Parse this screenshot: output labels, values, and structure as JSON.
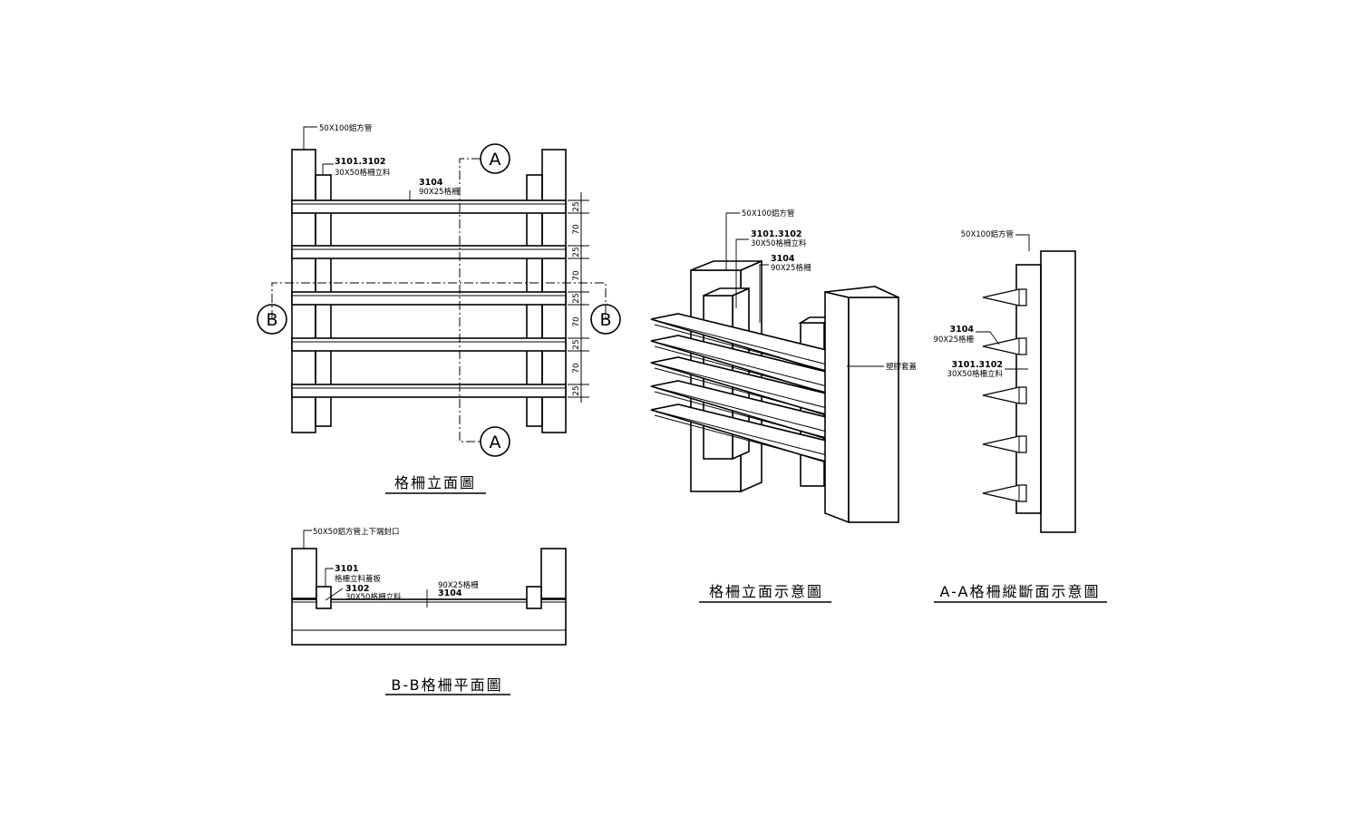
{
  "elevation": {
    "title": "格柵立面圖",
    "post_note": "50X100鋁方管",
    "upright_code": "3101.3102",
    "upright_note": "30X50格柵立料",
    "slat_code": "3104",
    "slat_note": "90X25格柵",
    "section_a": "A",
    "section_b": "B",
    "dims": [
      "25",
      "70",
      "25",
      "70",
      "25",
      "70",
      "25",
      "70",
      "25"
    ]
  },
  "plan": {
    "title": "B-B格柵平面圖",
    "post_note": "50X50鋁方管上下端封口",
    "code_3101": "3101",
    "note_3101": "格柵立料蓋板",
    "code_3102": "3102",
    "note_3102": "30X50格柵立料",
    "slat_note": "90X25格柵",
    "slat_code": "3104"
  },
  "iso": {
    "title": "格柵立面示意圖",
    "post_note": "50X100鋁方管",
    "upright_code": "3101.3102",
    "upright_note": "30X50格柵立料",
    "slat_code": "3104",
    "slat_note": "90X25格柵",
    "end_note": "塑膠套蓋"
  },
  "section": {
    "title": "A-A格柵縱斷面示意圖",
    "post_note": "50X100鋁方管",
    "slat_code": "3104",
    "slat_note": "90X25格柵",
    "upright_code": "3101.3102",
    "upright_note": "30X50格柵立料"
  }
}
